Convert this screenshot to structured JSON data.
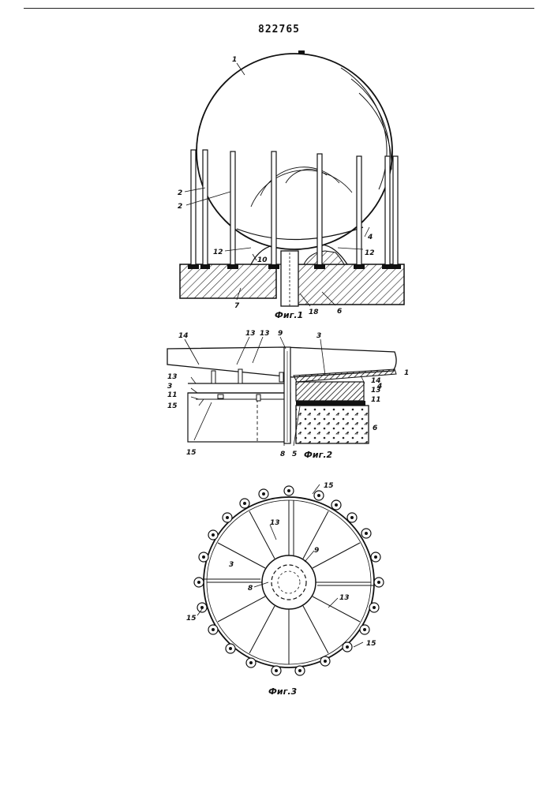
{
  "patent_number": "822765",
  "fig1": {
    "caption": "Фиг.1",
    "labels": [
      "1",
      "2",
      "2",
      "4",
      "12",
      "12",
      "10",
      "7",
      "18",
      "6"
    ]
  },
  "fig2": {
    "caption": "Фиг.2",
    "labels": [
      "14",
      "13",
      "13",
      "9",
      "3",
      "1",
      "13",
      "3",
      "11",
      "15",
      "4",
      "14",
      "13",
      "11",
      "6",
      "15",
      "8",
      "5"
    ]
  },
  "fig3": {
    "caption": "Фиг.3",
    "labels": [
      "15",
      "13",
      "9",
      "3",
      "8",
      "13",
      "15",
      "15"
    ]
  }
}
